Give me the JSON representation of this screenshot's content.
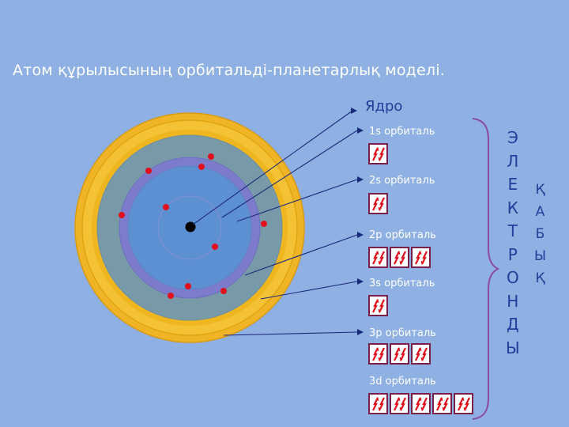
{
  "title": "Атом құрылысының орбитальді-планетарлық моделі.",
  "nucleus_label": "Ядро",
  "orbitals": [
    {
      "label": "1s орбиталь",
      "boxes": 1
    },
    {
      "label": "2s орбиталь",
      "boxes": 1
    },
    {
      "label": "2p орбиталь",
      "boxes": 3
    },
    {
      "label": "3s орбиталь",
      "boxes": 1
    },
    {
      "label": "3p орбиталь",
      "boxes": 3
    },
    {
      "label": "3d орбиталь",
      "boxes": 5
    }
  ],
  "vertical_word_1": [
    "Э",
    "Л",
    "Е",
    "К",
    "Т",
    "Р",
    "О",
    "Н",
    "Д",
    "Ы"
  ],
  "vertical_word_2": [
    "Қ",
    "А",
    "Б",
    "Ы",
    "Қ"
  ],
  "colors": {
    "background": "#8fb0e2",
    "outer_ring": "#f0b928",
    "shell_3": "#7799a8",
    "shell_2": "#7f7fcf",
    "shell_1": "#5e8fd4",
    "electron": "#e0101c",
    "nucleus": "#000000",
    "arrow": "#1a2a7a",
    "box_border": "#7a1f47",
    "brace": "#8a4aa0"
  }
}
